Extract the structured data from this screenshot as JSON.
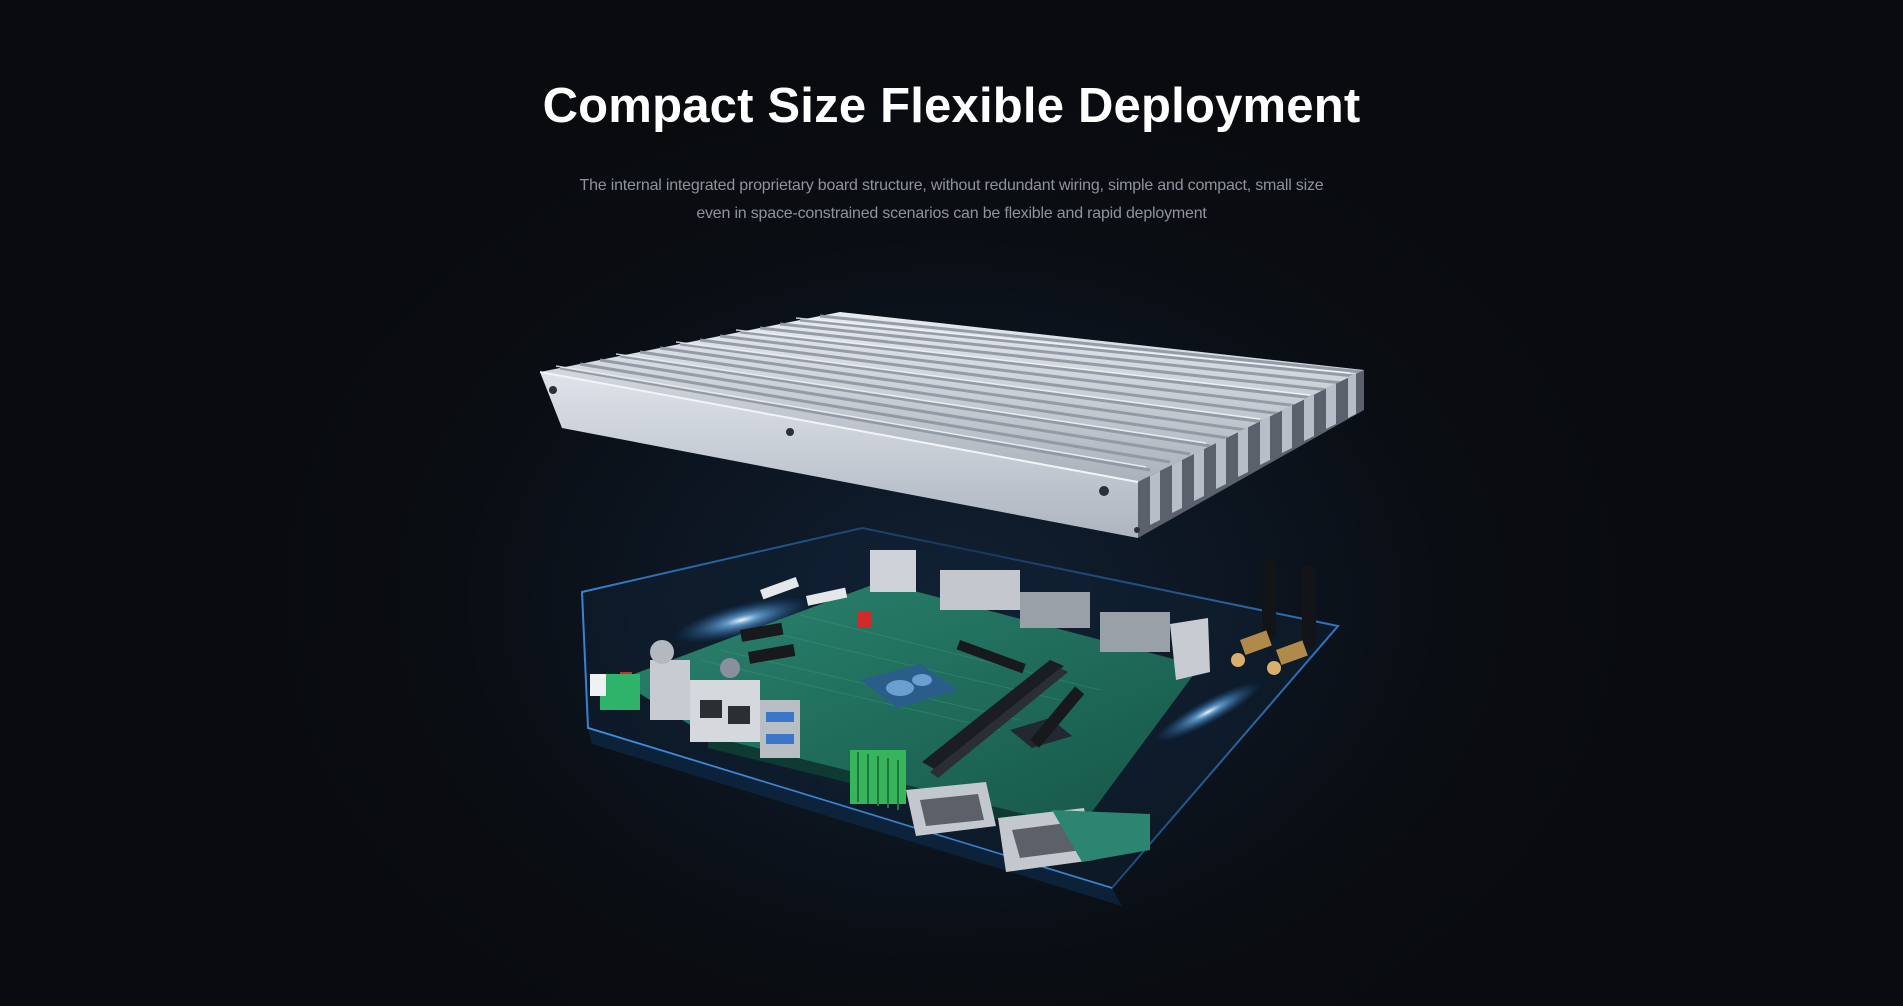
{
  "hero": {
    "title": "Compact Size Flexible Deployment",
    "description_line1": "The internal integrated proprietary board structure, without redundant wiring, simple and compact, small size",
    "description_line2": "even in space-constrained scenarios can be flexible and rapid deployment"
  },
  "colors": {
    "background": "#0b0e13",
    "title": "#ffffff",
    "description": "#8d949e",
    "pcb": "#1f6b5c",
    "heatsink": "#c9ced6",
    "glow": "#4aa8ff"
  }
}
